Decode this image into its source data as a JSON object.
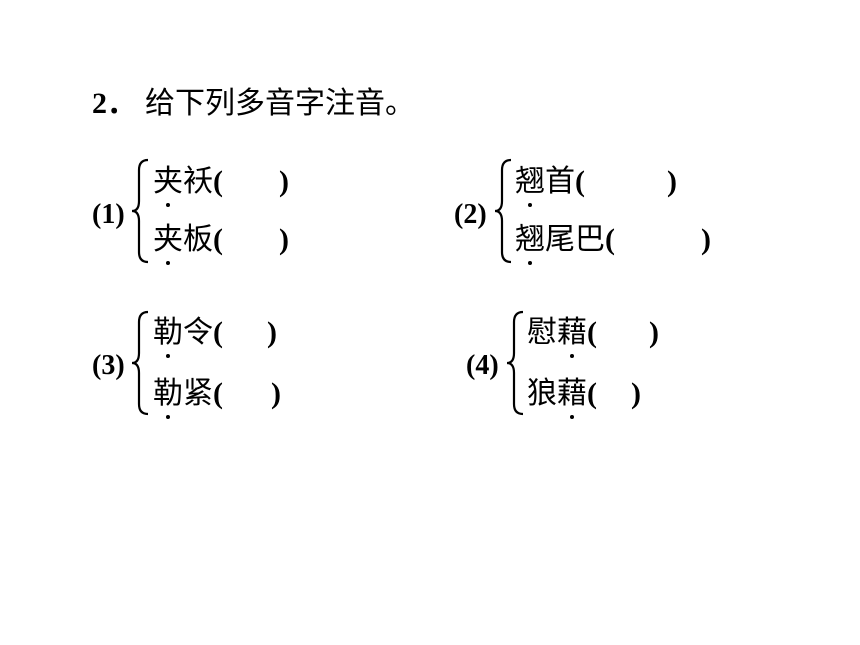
{
  "title": {
    "number": "2．",
    "text": "给下列多音字注音。"
  },
  "groups": [
    {
      "index": "(1)",
      "lines": [
        {
          "chars": [
            "夹",
            "袄"
          ],
          "dot": 0,
          "open": "(",
          "close": ")"
        },
        {
          "chars": [
            "夹",
            "板"
          ],
          "dot": 0,
          "open": "(",
          "close": ")"
        }
      ]
    },
    {
      "index": "(2)",
      "lines": [
        {
          "chars": [
            "翘",
            "首"
          ],
          "dot": 0,
          "open": "(",
          "close": ")"
        },
        {
          "chars": [
            "翘",
            "尾",
            "巴"
          ],
          "dot": 0,
          "open": "(",
          "close": ")"
        }
      ]
    },
    {
      "index": "(3)",
      "lines": [
        {
          "chars": [
            "勒",
            "令"
          ],
          "dot": 0,
          "open": "(",
          "close": ")"
        },
        {
          "chars": [
            "勒",
            "紧"
          ],
          "dot": 0,
          "open": "(",
          "close": ")"
        }
      ]
    },
    {
      "index": "(4)",
      "lines": [
        {
          "chars": [
            "慰",
            "藉"
          ],
          "dot": 1,
          "open": "(",
          "close": ")"
        },
        {
          "chars": [
            "狼",
            "藉"
          ],
          "dot": 1,
          "open": "(",
          "close": ")"
        }
      ]
    }
  ]
}
